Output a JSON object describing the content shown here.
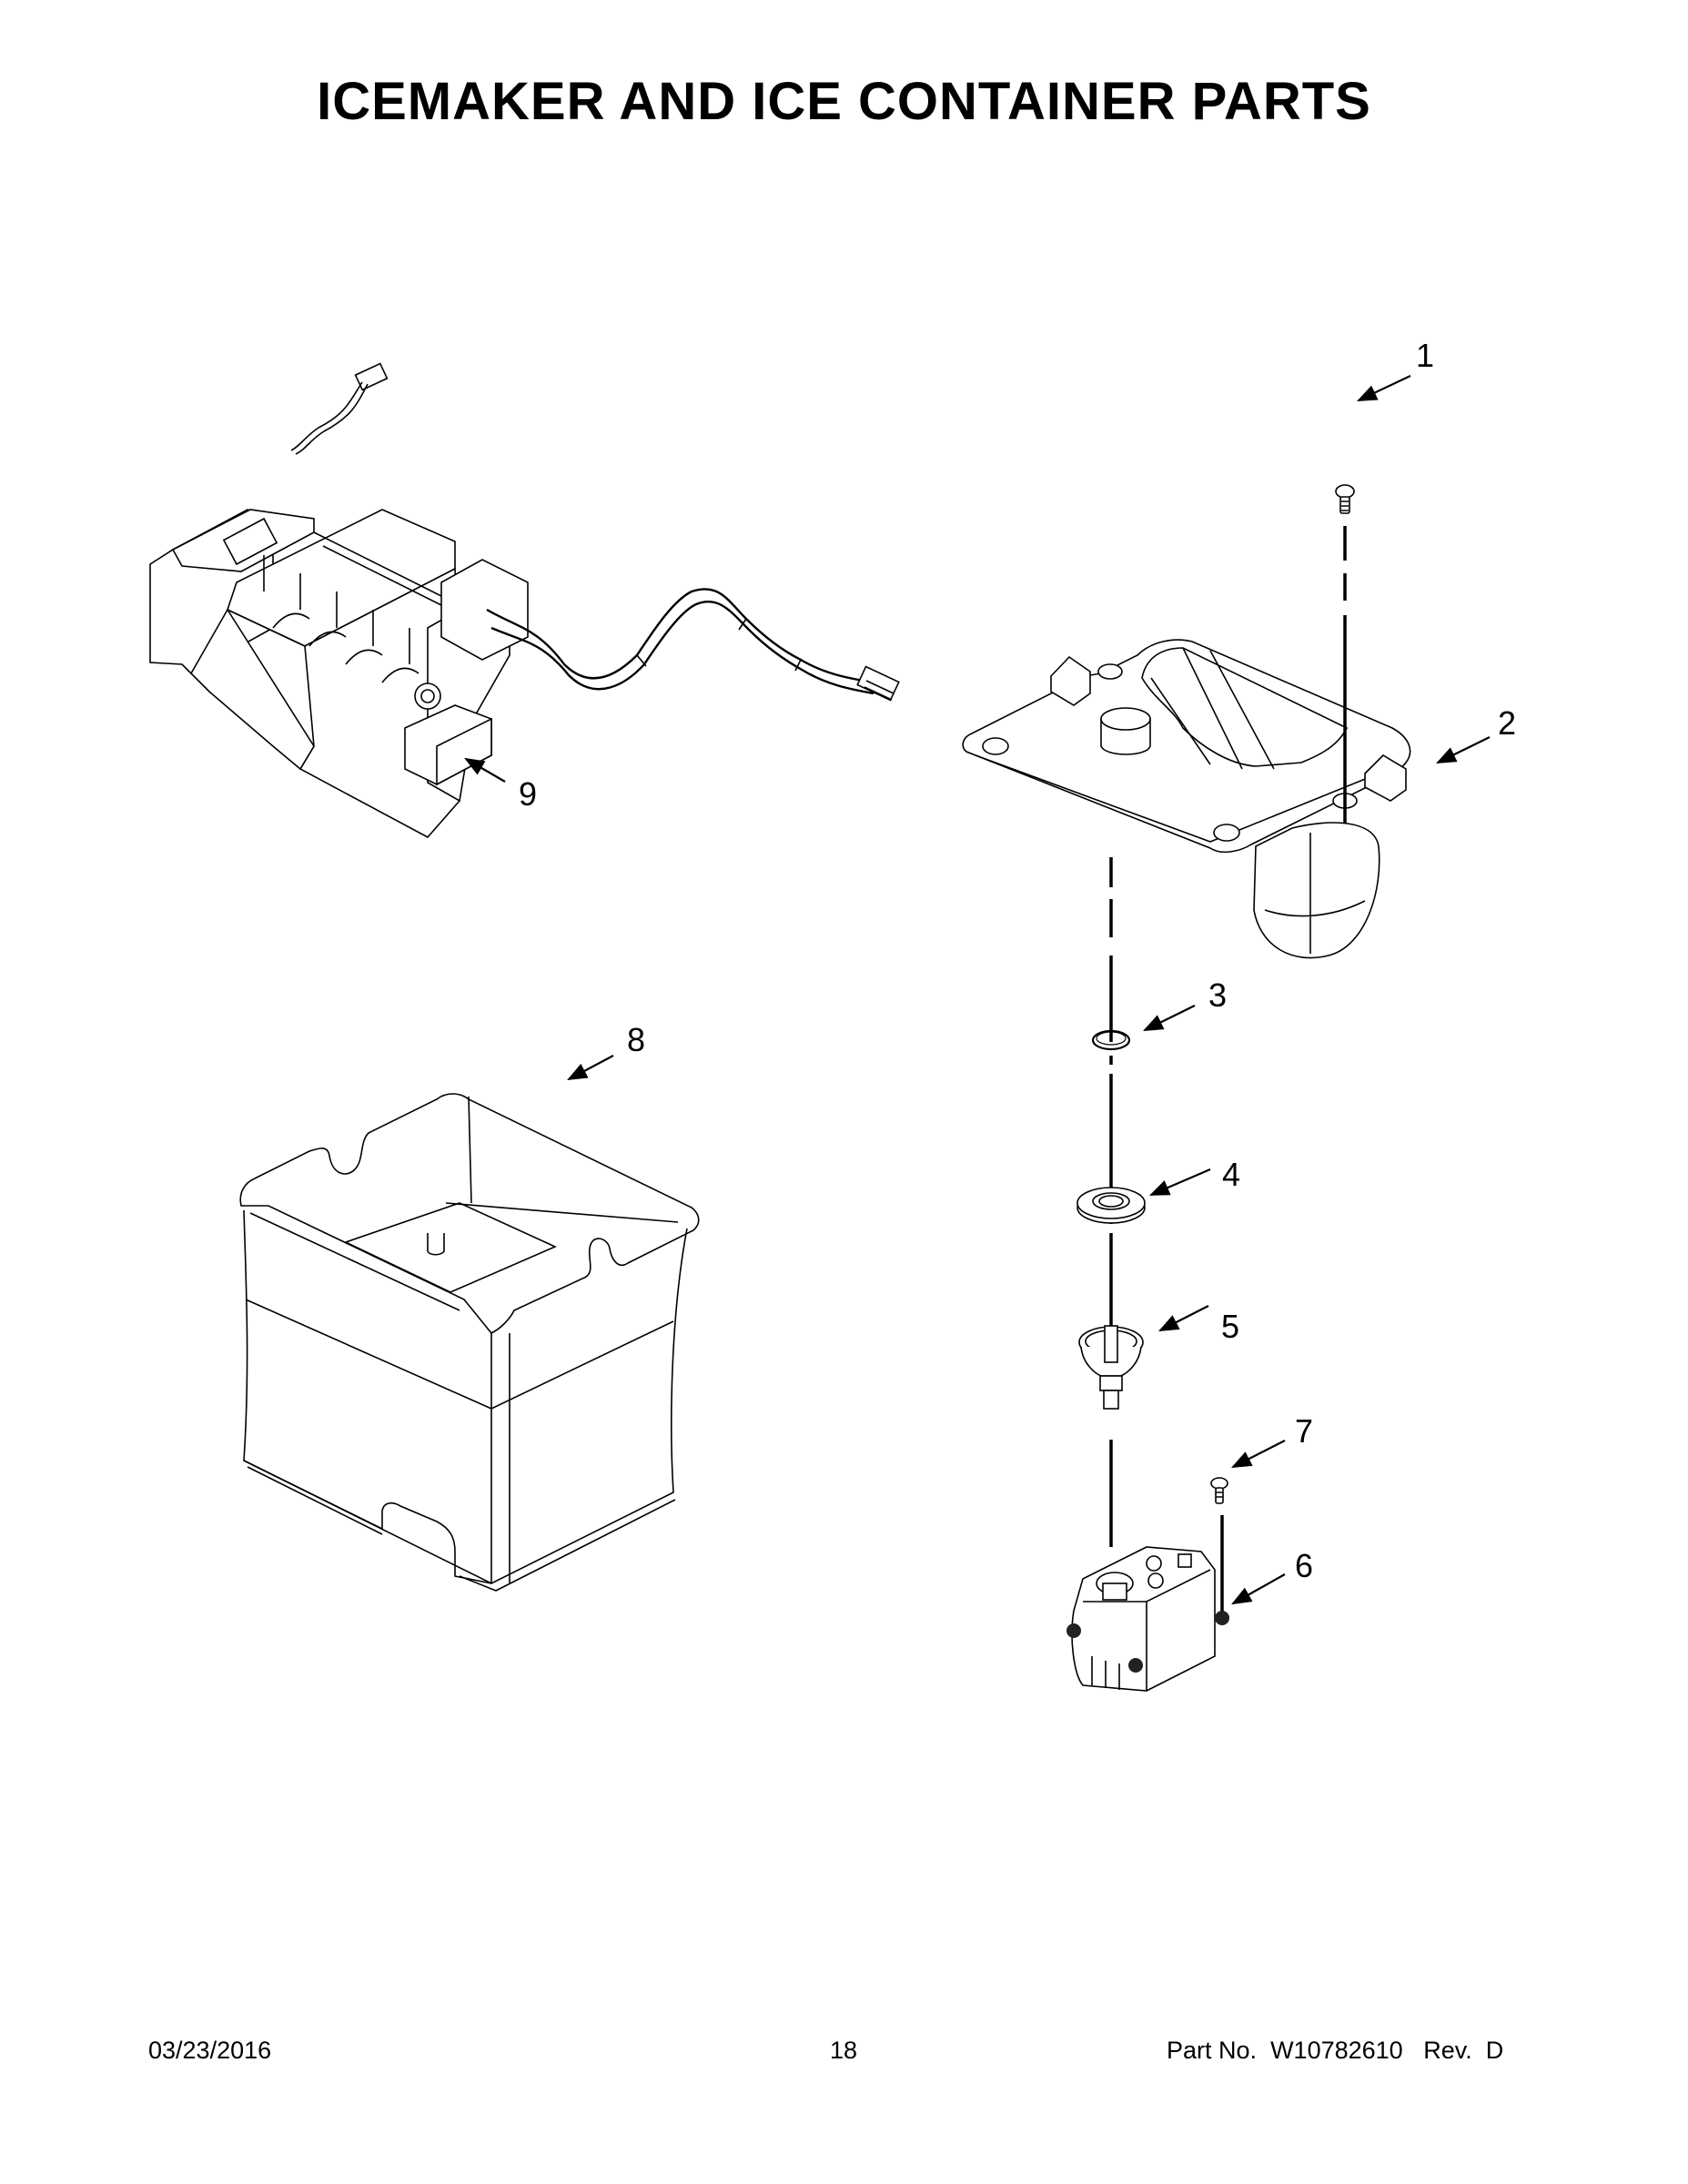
{
  "page": {
    "title": "ICEMAKER AND ICE CONTAINER PARTS",
    "footer": {
      "date": "03/23/2016",
      "page_number": "18",
      "part_label": "Part No.",
      "part_number": "W10782610",
      "revision_label": "Rev.",
      "revision": "D"
    }
  },
  "diagram": {
    "type": "exploded-parts-view",
    "callouts": [
      {
        "number": "1",
        "part": "screw (top)"
      },
      {
        "number": "2",
        "part": "ice chute / mounting plate"
      },
      {
        "number": "3",
        "part": "ring / washer"
      },
      {
        "number": "4",
        "part": "bearing / seal"
      },
      {
        "number": "5",
        "part": "auger coupler"
      },
      {
        "number": "6",
        "part": "auger motor"
      },
      {
        "number": "7",
        "part": "screw (motor)"
      },
      {
        "number": "8",
        "part": "ice container / bucket"
      },
      {
        "number": "9",
        "part": "icemaker assembly with wire harness"
      }
    ]
  }
}
